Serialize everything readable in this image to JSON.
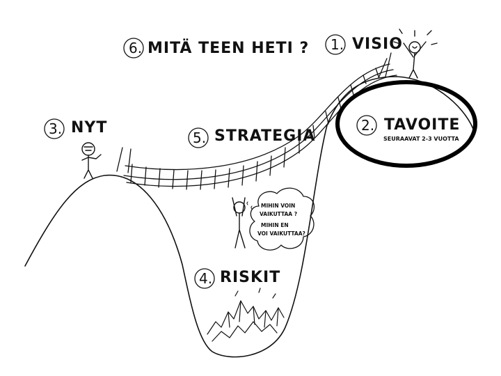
{
  "labels": {
    "visio": {
      "num": "1.",
      "text": "VISIO"
    },
    "tavoite": {
      "num": "2.",
      "text": "TAVOITE",
      "sub": "SEURAAVAT 2-3 VUOTTA"
    },
    "nyt": {
      "num": "3.",
      "text": "NYT"
    },
    "riskit": {
      "num": "4.",
      "text": "RISKIT"
    },
    "strategia": {
      "num": "5.",
      "text": "STRATEGIA"
    },
    "heti": {
      "num": "6.",
      "text": "MITÄ TEEN HETI ?"
    }
  },
  "thought_bubble": {
    "line1": "MIHIN VOIN",
    "line2": "VAIKUTTAA ?",
    "line3": "MIHIN EN",
    "line4": "VOI VAIKUTTAA?"
  },
  "colors": {
    "ink": "#111111",
    "background": "#ffffff"
  }
}
